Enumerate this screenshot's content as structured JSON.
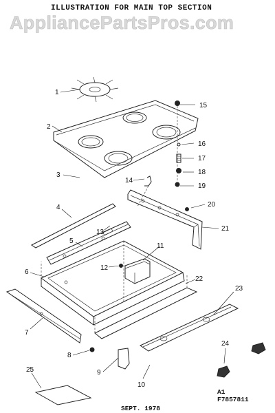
{
  "header": {
    "title": "ILLUSTRATION FOR MAIN TOP SECTION"
  },
  "watermark": {
    "text": "AppliancePartsPros.com"
  },
  "callouts": [
    "1",
    "2",
    "3",
    "4",
    "5",
    "6",
    "7",
    "8",
    "9",
    "10",
    "11",
    "12",
    "13",
    "14",
    "15",
    "16",
    "17",
    "18",
    "19",
    "20",
    "21",
    "22",
    "23",
    "24",
    "25"
  ],
  "footer": {
    "date": "SEPT. 1978",
    "code_line1": "A1",
    "code_line2": "F7857811"
  }
}
